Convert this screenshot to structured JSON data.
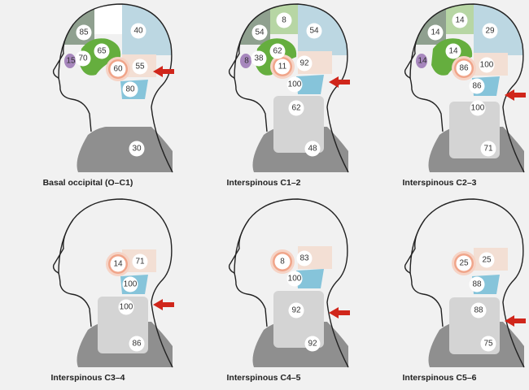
{
  "colors": {
    "background": "#f1f1f1",
    "head_outline": "#222222",
    "neck_region": "#d4d4d4",
    "shoulder_region": "#8f8f8f",
    "occipital_region": "#bcd7e2",
    "vertex_region": "#b7d6a4",
    "parietal_region": "#8fa08f",
    "temporal_region": "#65ae3e",
    "orbital_region": "#a787bd",
    "ear_region": "#f0a58a",
    "ear_halo": "#f6d3c5",
    "postauricular_region": "#f3dfd4",
    "suboccipital_region": "#86c4da",
    "arrow": "#d0261b"
  },
  "panels": [
    {
      "caption": "Basal occipital (O–C1)",
      "values": {
        "parietal": "85",
        "occipital": "40",
        "orbital": "15",
        "frontal": "70",
        "temporal": "65",
        "ear": "60",
        "postauricular": "55",
        "suboccipital": "80",
        "shoulder": "30"
      }
    },
    {
      "caption": "Interspinous C1–2",
      "values": {
        "parietal": "54",
        "vertex": "8",
        "occipital": "54",
        "orbital": "8",
        "frontal": "38",
        "temporal": "62",
        "ear": "11",
        "postauricular": "92",
        "suboccipital": "100",
        "neck": "62",
        "shoulder": "48"
      }
    },
    {
      "caption": "Interspinous C2–3",
      "values": {
        "parietal": "14",
        "vertex": "14",
        "occipital": "29",
        "orbital": "14",
        "temporal": "14",
        "ear": "86",
        "postauricular": "100",
        "suboccipital": "86",
        "neck": "100",
        "shoulder": "71"
      }
    },
    {
      "caption": "Interspinous C3–4",
      "values": {
        "ear": "14",
        "postauricular": "71",
        "suboccipital": "100",
        "neck": "100",
        "shoulder": "86"
      }
    },
    {
      "caption": "Interspinous C4–5",
      "values": {
        "ear": "8",
        "postauricular": "83",
        "suboccipital": "100",
        "neck": "92",
        "shoulder": "92"
      }
    },
    {
      "caption": "Interspinous C5–6",
      "values": {
        "ear": "25",
        "postauricular": "25",
        "suboccipital": "88",
        "neck": "88",
        "shoulder": "75"
      }
    }
  ]
}
